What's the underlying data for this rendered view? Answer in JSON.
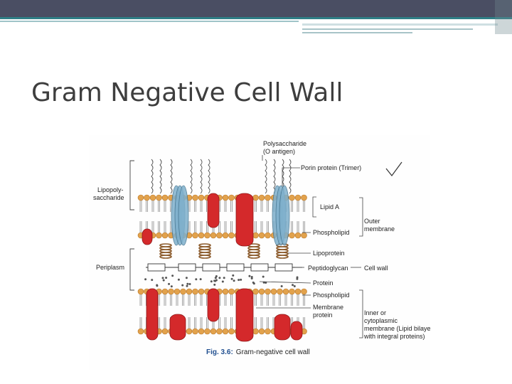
{
  "slide": {
    "title": "Gram Negative Cell Wall"
  },
  "figure": {
    "labels": {
      "polysaccharide": "Polysaccharide",
      "o_antigen": "(O antigen)",
      "porin": "Porin protein (Trimer)",
      "lipopoly_1": "Lipopoly-",
      "lipopoly_2": "saccharide",
      "lipid_a": "Lipid A",
      "outer_1": "Outer",
      "outer_2": "membrane",
      "phospholipid_outer": "Phospholipid",
      "lipoprotein": "Lipoprotein",
      "periplasm": "Periplasm",
      "peptidoglycan": "Peptidoglycan",
      "cell_wall": "Cell wall",
      "protein": "Protein",
      "phospholipid_inner": "Phospholipid",
      "membrane_protein_1": "Membrane",
      "membrane_protein_2": "protein",
      "inner_1": "Inner or",
      "inner_2": "cytoplasmic",
      "inner_3": "membrane (Lipid bilayer",
      "inner_4": "with integral proteins)"
    },
    "caption_num": "Fig. 3.6:",
    "caption_text": "Gram-negative cell wall",
    "colors": {
      "head": "#e2a24c",
      "tail": "#8a8a8a",
      "protein_red": "#d4292b",
      "porin_blue": "#7fb0cc",
      "spring": "#8b5a2b",
      "header_bar": "#4a4e63"
    }
  }
}
